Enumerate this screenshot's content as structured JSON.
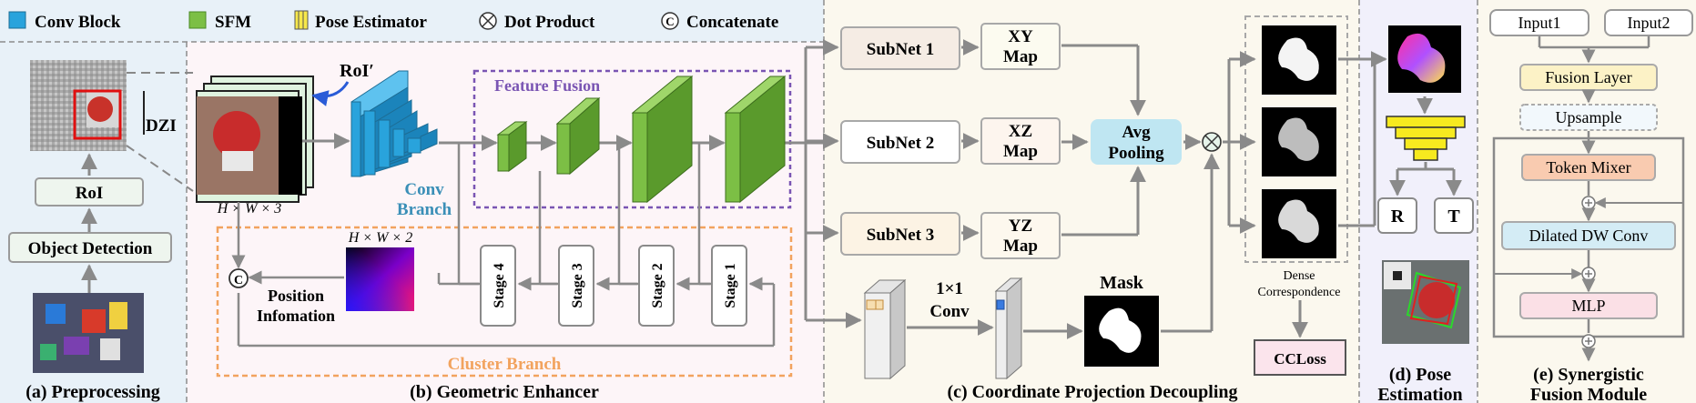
{
  "legend": {
    "conv_block": "Conv Block",
    "sfm": "SFM",
    "pose_estimator": "Pose Estimator",
    "dot_product": "Dot Product",
    "concatenate": "Concatenate",
    "dot_glyph": "⊗",
    "concat_glyph": "C"
  },
  "colors": {
    "conv_blue": "#29a3dc",
    "sfm_green": "#7cbf45",
    "pose_yellow": "#f7e84b",
    "panel_blue": "#e8f1f8",
    "panel_pink": "#fdf5f8",
    "panel_cream": "#fbf8ee",
    "panel_lavender": "#f1f0fb",
    "feature_purple": "#7a55b3",
    "cluster_orange": "#f2a35e",
    "conv_label": "#3a8fb7"
  },
  "preprocessing": {
    "dzi": "DZI",
    "roi": "RoI",
    "object_detection": "Object Detection",
    "caption": "(a) Preprocessing"
  },
  "enhancer": {
    "roi_prime": "RoI′",
    "input_dims": "H × W × 3",
    "conv_branch_1": "Conv",
    "conv_branch_2": "Branch",
    "feature_fusion": "Feature Fusion",
    "pos_dims": "H × W × 2",
    "position_1": "Position",
    "position_2": "Infomation",
    "stages": [
      "Stage 4",
      "Stage 3",
      "Stage 2",
      "Stage 1"
    ],
    "cluster_branch": "Cluster Branch",
    "caption": "(b) Geometric Enhancer"
  },
  "decoupling": {
    "subnets": [
      "SubNet 1",
      "SubNet 2",
      "SubNet 3"
    ],
    "maps": [
      [
        "XY",
        "Map"
      ],
      [
        "XZ",
        "Map"
      ],
      [
        "YZ",
        "Map"
      ]
    ],
    "avg_pooling": [
      "Avg",
      "Pooling"
    ],
    "conv1x1": [
      "1×1",
      "Conv"
    ],
    "mask": "Mask",
    "dense_1": "Dense",
    "dense_2": "Correspondence",
    "ccloss": "CCLoss",
    "caption": "(c) Coordinate Projection Decoupling"
  },
  "pose": {
    "r": "R",
    "t": "T",
    "caption_1": "(d) Pose",
    "caption_2": "Estimation"
  },
  "sfm_module": {
    "input1": "Input1",
    "input2": "Input2",
    "fusion_layer": "Fusion Layer",
    "upsample": "Upsample",
    "token_mixer": "Token Mixer",
    "dilated": "Dilated DW Conv",
    "mlp": "MLP",
    "caption_1": "(e) Synergistic",
    "caption_2": "Fusion Module"
  }
}
